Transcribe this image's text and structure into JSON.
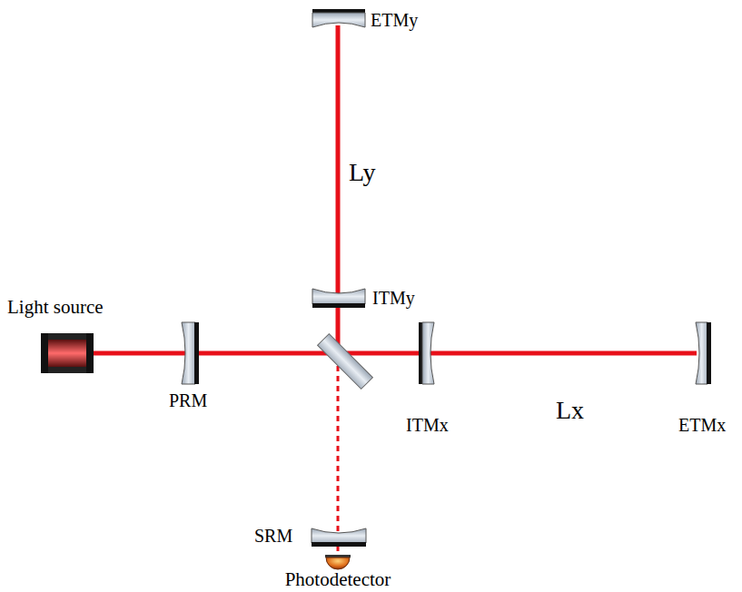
{
  "diagram": {
    "labels": [
      "ETMy",
      "Ly",
      "ITMy",
      "Light source",
      "PRM",
      "ITMx",
      "Lx",
      "ETMx",
      "SRM",
      "Photodetector"
    ]
  }
}
